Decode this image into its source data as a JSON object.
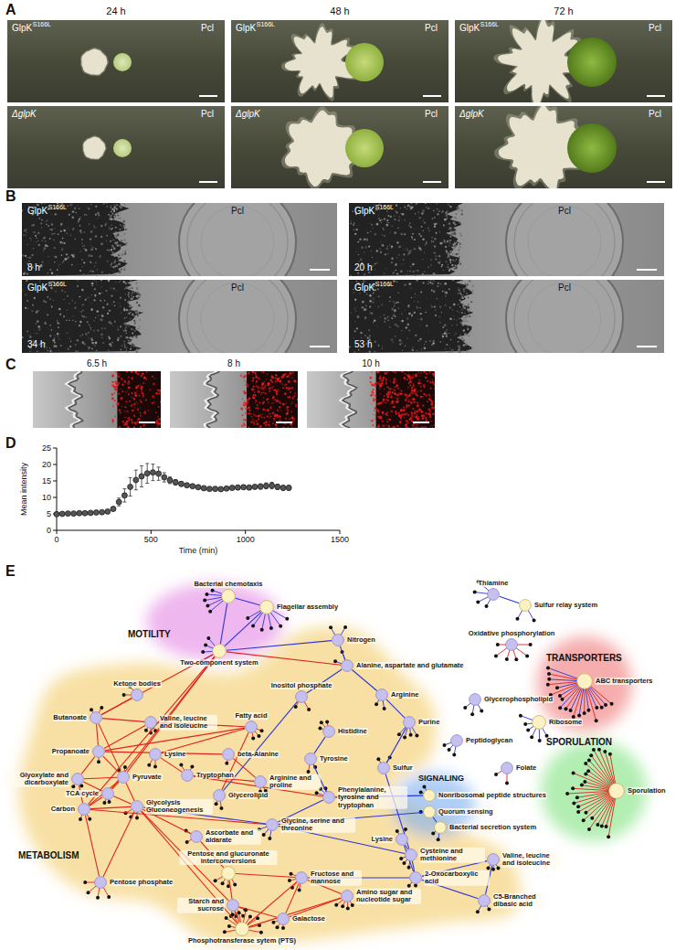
{
  "diagram": {
    "nodes": [
      {
        "text": [
          "Bacterial chemotaxis"
        ]
      },
      {
        "text": [
          "Thiamine"
        ]
      },
      {
        "text": [
          "Flagellar assembly"
        ]
      },
      {
        "text": [
          "Sulfur relay system"
        ]
      },
      {
        "text": [
          "Nitrogen"
        ]
      },
      {
        "text": [
          "Oxidative phosphorylation"
        ]
      },
      {
        "text": [
          "Two-component system"
        ]
      },
      {
        "text": [
          "Alanine, aspartate and glutamate"
        ]
      },
      {
        "text": [
          "ABC transporters"
        ]
      },
      {
        "text": [
          "Ketone bodies"
        ]
      },
      {
        "text": [
          "Arginine"
        ]
      },
      {
        "text": [
          "Inositol phosphate"
        ]
      },
      {
        "text": [
          "Glycerophospholipid"
        ]
      },
      {
        "text": [
          "Butanoate"
        ]
      },
      {
        "text": [
          "Valine, leucine and isoleucine"
        ]
      },
      {
        "text": [
          "Purine"
        ]
      },
      {
        "text": [
          "Ribosome"
        ]
      },
      {
        "text": [
          "Fatty acid"
        ]
      },
      {
        "text": [
          "Histidine"
        ]
      },
      {
        "text": [
          "Peptidoglycan"
        ]
      },
      {
        "text": [
          "Propanoate"
        ]
      },
      {
        "text": [
          "Lysine"
        ]
      },
      {
        "text": [
          "beta-Alanine"
        ]
      },
      {
        "text": [
          "Tyrosine"
        ]
      },
      {
        "text": [
          "Sulfur"
        ]
      },
      {
        "text": [
          "Folate"
        ]
      },
      {
        "text": [
          "Pyruvate"
        ]
      },
      {
        "text": [
          "Tryptophan"
        ]
      },
      {
        "text": [
          "Glyoxylate and dicarboxylate"
        ]
      },
      {
        "text": [
          "Arginine and proline"
        ]
      },
      {
        "text": [
          "TCA cycle"
        ]
      },
      {
        "text": [
          "Glycerolipid"
        ]
      },
      {
        "text": [
          "Nonribosomal peptide structures"
        ]
      },
      {
        "text": [
          "Phenylalanine, tyrosine and tryptophan"
        ]
      },
      {
        "text": [
          "Sporulation"
        ]
      },
      {
        "text": [
          "Glycolysis Gluconeogenesis"
        ]
      },
      {
        "text": [
          "Carbon"
        ]
      },
      {
        "text": [
          "Quorum sensing"
        ]
      },
      {
        "text": [
          "Glycine, serine and threonine"
        ]
      },
      {
        "text": [
          "Bacterial secretion system"
        ]
      },
      {
        "text": [
          "Ascorbate and aldarate"
        ]
      },
      {
        "text": [
          "Lysine"
        ]
      },
      {
        "text": [
          "Cysteine and methionine"
        ]
      },
      {
        "text": [
          "Valine, leucine and isoleucine"
        ]
      },
      {
        "text": [
          "Pentose and glucuronate interconversions"
        ]
      },
      {
        "text": [
          "Fructose and mannose"
        ]
      },
      {
        "text": [
          "2-Oxocarboxylic acid"
        ]
      },
      {
        "text": [
          "Pentose phosphate"
        ]
      },
      {
        "text": [
          "Amino sugar and nucleotide sugar"
        ]
      },
      {
        "text": [
          "C5-Branched dibasic acid"
        ]
      },
      {
        "text": [
          "Starch and sucrose"
        ]
      },
      {
        "text": [
          "Galactose"
        ]
      },
      {
        "text": [
          "Phosphotransferase sytem (PTS)"
        ]
      }
    ],
    "edges": [
      {
        "from": 0,
        "to": 2,
        "arrow": "none"
      },
      {
        "from": 0,
        "to": 6,
        "arrow": "none"
      },
      {
        "from": 2,
        "to": 6,
        "arrow": "none"
      },
      {
        "from": 1,
        "to": 3,
        "arrow": "none"
      },
      {
        "from": 6,
        "to": 4,
        "arrow": "none"
      },
      {
        "from": 6,
        "to": 7,
        "arrow": "none"
      },
      {
        "from": 6,
        "to": 13,
        "arrow": "none"
      },
      {
        "from": 6,
        "to": 26,
        "arrow": "none"
      },
      {
        "from": 6,
        "to": 30,
        "arrow": "none"
      },
      {
        "from": 6,
        "to": 36,
        "arrow": "none"
      },
      {
        "from": 4,
        "to": 7,
        "arrow": "none"
      },
      {
        "from": 7,
        "to": 10,
        "arrow": "none"
      },
      {
        "from": 7,
        "to": 11,
        "arrow": "none"
      },
      {
        "from": 10,
        "to": 15,
        "arrow": "none"
      },
      {
        "from": 15,
        "to": 24,
        "arrow": "none"
      },
      {
        "from": 11,
        "to": 31,
        "arrow": "none"
      },
      {
        "from": 9,
        "to": 13,
        "arrow": "none"
      },
      {
        "from": 13,
        "to": 14,
        "arrow": "none"
      },
      {
        "from": 13,
        "to": 20,
        "arrow": "none"
      },
      {
        "from": 13,
        "to": 26,
        "arrow": "none"
      },
      {
        "from": 14,
        "to": 20,
        "arrow": "none"
      },
      {
        "from": 14,
        "to": 17,
        "arrow": "none"
      },
      {
        "from": 17,
        "to": 20,
        "arrow": "none"
      },
      {
        "from": 17,
        "to": 21,
        "arrow": "none"
      },
      {
        "from": 17,
        "to": 31,
        "arrow": "none"
      },
      {
        "from": 20,
        "to": 26,
        "arrow": "none"
      },
      {
        "from": 20,
        "to": 22,
        "arrow": "none"
      },
      {
        "from": 20,
        "to": 28,
        "arrow": "none"
      },
      {
        "from": 21,
        "to": 27,
        "arrow": "none"
      },
      {
        "from": 28,
        "to": 26,
        "arrow": "none"
      },
      {
        "from": 28,
        "to": 30,
        "arrow": "none"
      },
      {
        "from": 28,
        "to": 36,
        "arrow": "none"
      },
      {
        "from": 26,
        "to": 30,
        "arrow": "none"
      },
      {
        "from": 26,
        "to": 35,
        "arrow": "none"
      },
      {
        "from": 26,
        "to": 36,
        "arrow": "none"
      },
      {
        "from": 30,
        "to": 36,
        "arrow": "none"
      },
      {
        "from": 30,
        "to": 35,
        "arrow": "none"
      },
      {
        "from": 36,
        "to": 35,
        "arrow": "none"
      },
      {
        "from": 36,
        "to": 47,
        "arrow": "none"
      },
      {
        "from": 36,
        "to": 38,
        "arrow": "none"
      },
      {
        "from": 35,
        "to": 47,
        "arrow": "none"
      },
      {
        "from": 35,
        "to": 50,
        "arrow": "none"
      },
      {
        "from": 35,
        "to": 38,
        "arrow": "none"
      },
      {
        "from": 27,
        "to": 29,
        "arrow": "none"
      },
      {
        "from": 27,
        "to": 33,
        "arrow": "none"
      },
      {
        "from": 22,
        "to": 29,
        "arrow": "none"
      },
      {
        "from": 18,
        "to": 23,
        "arrow": "none"
      },
      {
        "from": 23,
        "to": 33,
        "arrow": "none"
      },
      {
        "from": 33,
        "to": 38,
        "arrow": "none"
      },
      {
        "from": 38,
        "to": 42,
        "arrow": "none"
      },
      {
        "from": 24,
        "to": 42,
        "arrow": "none"
      },
      {
        "from": 33,
        "to": 32,
        "arrow": "none"
      },
      {
        "from": 37,
        "to": 39,
        "arrow": "none"
      },
      {
        "from": 38,
        "to": 37,
        "arrow": "none"
      },
      {
        "from": 41,
        "to": 42,
        "arrow": "none"
      },
      {
        "from": 41,
        "to": 46,
        "arrow": "none"
      },
      {
        "from": 42,
        "to": 46,
        "arrow": "none"
      },
      {
        "from": 46,
        "to": 43,
        "arrow": "none"
      },
      {
        "from": 46,
        "to": 49,
        "arrow": "none"
      },
      {
        "from": 43,
        "to": 49,
        "arrow": "none"
      },
      {
        "from": 40,
        "to": 44,
        "arrow": "none"
      },
      {
        "from": 40,
        "to": 35,
        "arrow": "none"
      },
      {
        "from": 44,
        "to": 45,
        "arrow": "none"
      },
      {
        "from": 44,
        "to": 50,
        "arrow": "none"
      },
      {
        "from": 45,
        "to": 51,
        "arrow": "none"
      },
      {
        "from": 45,
        "to": 48,
        "arrow": "none"
      },
      {
        "from": 45,
        "to": 46,
        "arrow": "none"
      },
      {
        "from": 50,
        "to": 51,
        "arrow": "none"
      },
      {
        "from": 51,
        "to": 48,
        "arrow": "none"
      },
      {
        "from": 52,
        "to": 50,
        "arrow": "none"
      },
      {
        "from": 52,
        "to": 45,
        "arrow": "none"
      },
      {
        "from": 52,
        "to": 48,
        "arrow": "none"
      },
      {
        "from": 52,
        "to": 35,
        "arrow": "none"
      }
    ],
    "labels": [
      "A",
      "24 h",
      "48 h",
      "72 h",
      "GlpK",
      "S166L",
      "Pcl",
      "GlpK",
      "S166L",
      "Pcl",
      "GlpK",
      "S166L",
      "Pcl",
      "ΔglpK",
      "Pcl",
      "ΔglpK",
      "Pcl",
      "ΔglpK",
      "Pcl",
      "B",
      "GlpK",
      "S166L",
      "Pcl",
      "8 h",
      "GlpK",
      "S166L",
      "Pcl",
      "20 h",
      "GlpK",
      "S166L",
      "Pcl",
      "34 h",
      "GlpK",
      "S166L",
      "Pcl",
      "53 h",
      "C",
      "6.5 h",
      "8 h",
      "10 h",
      "D",
      "25",
      "20",
      "15",
      "10",
      "5",
      "0",
      "Mean intensity",
      "0",
      "500",
      "1000",
      "1500",
      "Time (min)",
      "E",
      "MOTILITY",
      "TRANSPORTERS",
      "SIGNALING",
      "SPORULATION",
      "METABOLISM"
    ]
  }
}
